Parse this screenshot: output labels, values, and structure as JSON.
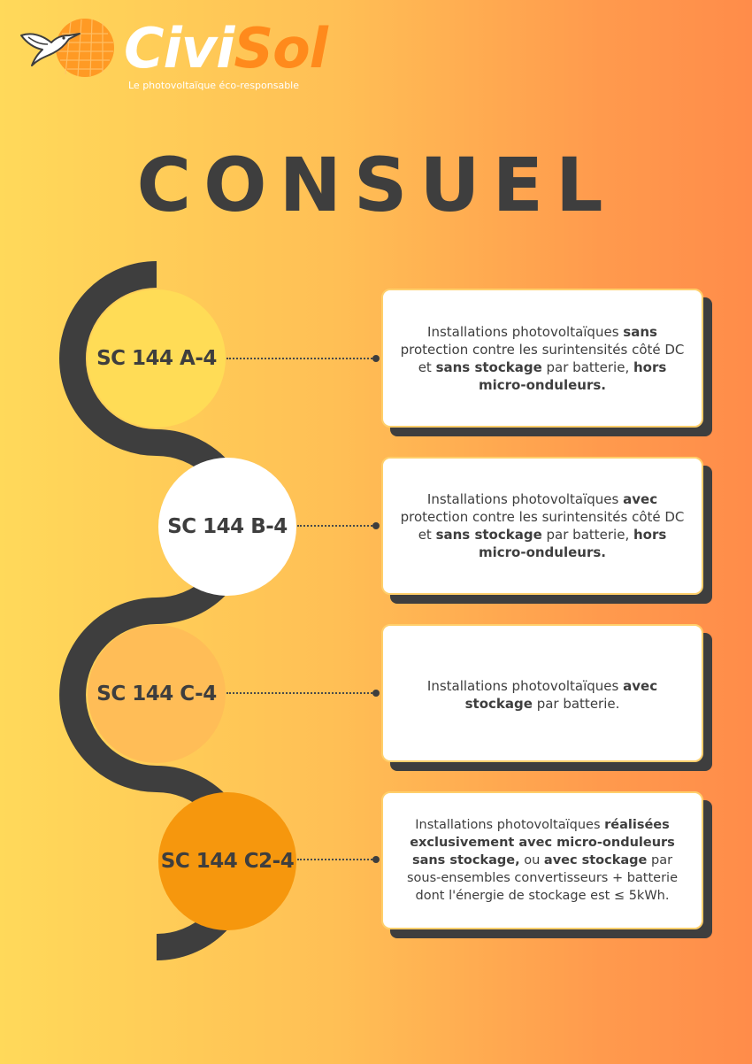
{
  "logo": {
    "brand_part1": "Civi",
    "brand_part2": "Sol",
    "tagline": "Le photovoltaïque éco-responsable",
    "icon": "hummingbird-solar-panel-icon"
  },
  "title": "CONSUEL",
  "colors": {
    "snake": "#3e3e3e",
    "circle_a": "#ffdc56",
    "circle_b": "#ffffff",
    "circle_c": "#ffbd57",
    "circle_c2": "#f6970d",
    "brand_orange": "#ff8a1c",
    "card_border": "#ffcf6b"
  },
  "items": [
    {
      "code": "SC 144 A-4",
      "desc": [
        {
          "t": "Installations photovoltaïques ",
          "b": false
        },
        {
          "t": "sans",
          "b": true
        },
        {
          "t": " protection contre les surintensités côté DC et ",
          "b": false
        },
        {
          "t": "sans stockage",
          "b": true
        },
        {
          "t": " par batterie, ",
          "b": false
        },
        {
          "t": "hors micro-onduleurs.",
          "b": true
        }
      ]
    },
    {
      "code": "SC 144 B-4",
      "desc": [
        {
          "t": "Installations photovoltaïques ",
          "b": false
        },
        {
          "t": "avec",
          "b": true
        },
        {
          "t": " protection contre les surintensités côté DC et ",
          "b": false
        },
        {
          "t": "sans stockage",
          "b": true
        },
        {
          "t": " par batterie, ",
          "b": false
        },
        {
          "t": "hors micro-onduleurs.",
          "b": true
        }
      ]
    },
    {
      "code": "SC 144 C-4",
      "desc": [
        {
          "t": "Installations photovoltaïques ",
          "b": false
        },
        {
          "t": "avec stockage",
          "b": true
        },
        {
          "t": " par batterie.",
          "b": false
        }
      ]
    },
    {
      "code": "SC 144 C2-4",
      "desc": [
        {
          "t": "Installations photovoltaïques ",
          "b": false
        },
        {
          "t": "réalisées exclusivement avec micro-onduleurs sans stockage,",
          "b": true
        },
        {
          "t": " ou ",
          "b": false
        },
        {
          "t": "avec stockage",
          "b": true
        },
        {
          "t": " par sous-ensembles convertisseurs + batterie dont l'énergie de stockage est ≤ 5kWh.",
          "b": false
        }
      ]
    }
  ]
}
